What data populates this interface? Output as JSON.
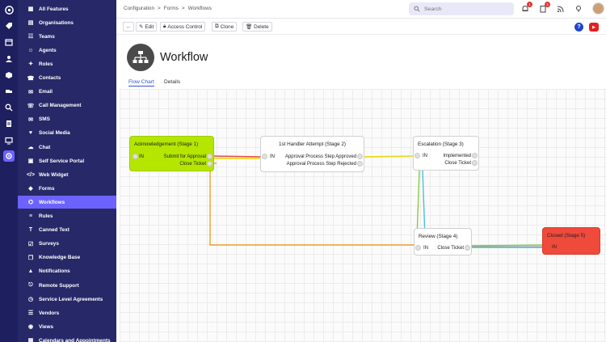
{
  "sidebar": {
    "items": [
      {
        "label": "All Features",
        "icon": "grid-icon"
      },
      {
        "label": "Organisations",
        "icon": "building-icon"
      },
      {
        "label": "Teams",
        "icon": "team-icon"
      },
      {
        "label": "Agents",
        "icon": "agent-icon"
      },
      {
        "label": "Roles",
        "icon": "role-icon"
      },
      {
        "label": "Contacts",
        "icon": "contacts-icon"
      },
      {
        "label": "Email",
        "icon": "email-icon"
      },
      {
        "label": "Call Management",
        "icon": "phone-icon"
      },
      {
        "label": "SMS",
        "icon": "sms-icon"
      },
      {
        "label": "Social Media",
        "icon": "social-icon"
      },
      {
        "label": "Chat",
        "icon": "chat-icon"
      },
      {
        "label": "Self Service Portal",
        "icon": "portal-icon"
      },
      {
        "label": "Web Widget",
        "icon": "code-icon"
      },
      {
        "label": "Forms",
        "icon": "tag-icon"
      },
      {
        "label": "Workflows",
        "icon": "workflow-icon",
        "active": true
      },
      {
        "label": "Rules",
        "icon": "rules-icon"
      },
      {
        "label": "Canned Text",
        "icon": "text-icon"
      },
      {
        "label": "Surveys",
        "icon": "survey-icon"
      },
      {
        "label": "Knowledge Base",
        "icon": "book-icon"
      },
      {
        "label": "Notifications",
        "icon": "bell-icon"
      },
      {
        "label": "Remote Support",
        "icon": "remote-icon"
      },
      {
        "label": "Service Level Agreements",
        "icon": "sla-icon"
      },
      {
        "label": "Vendors",
        "icon": "vendor-icon"
      },
      {
        "label": "Views",
        "icon": "eye-icon"
      },
      {
        "label": "Calendars and Appointments",
        "icon": "calendar-icon"
      }
    ]
  },
  "rail_icons": [
    "home-icon",
    "tag-icon",
    "calendar-icon",
    "person-icon",
    "box-icon",
    "truck-icon",
    "search-icon",
    "document-icon",
    "monitor-icon",
    "settings-icon"
  ],
  "breadcrumb": [
    "Configuration",
    ">",
    "Forms",
    ">",
    "Workflows"
  ],
  "search": {
    "placeholder": "Search"
  },
  "topbar": {
    "notification_badge": "1",
    "tasks_badge": "2"
  },
  "toolbar": {
    "back": "←",
    "edit": "Edit",
    "access_control": "Access Control",
    "clone": "Clone",
    "delete": "Delete"
  },
  "page": {
    "title": "Workflow",
    "tabs": [
      "Flow Chart",
      "Details"
    ]
  },
  "colors": {
    "sidebar": "#262868",
    "rail": "#1e1f5e",
    "accent": "#6c63ff",
    "stage_start": "#b4e600",
    "stage_closed": "#f04a3c",
    "edge_red": "#e94b3c",
    "edge_yellow": "#e8d80c",
    "edge_orange": "#f0a028",
    "edge_green": "#8cc84b",
    "edge_cyan": "#4bc0d8"
  },
  "flow": {
    "nodes": [
      {
        "title": "Acknowledgement (Stage 1)",
        "in": "IN",
        "outputs": [
          "Submit for Approval",
          "Close Ticket"
        ]
      },
      {
        "title": "1st Handler Attempt (Stage 2)",
        "in": "IN",
        "outputs": [
          "Approval Process Step Approved",
          "Approval Process Step Rejected"
        ]
      },
      {
        "title": "Escalation (Stage 3)",
        "in": "IN",
        "outputs": [
          "Implemented",
          "Close Ticket"
        ]
      },
      {
        "title": "Review (Stage 4)",
        "in": "IN",
        "outputs": [
          "Close Ticket"
        ]
      },
      {
        "title": "Closed (Stage 5)",
        "in": "IN",
        "outputs": []
      }
    ]
  }
}
